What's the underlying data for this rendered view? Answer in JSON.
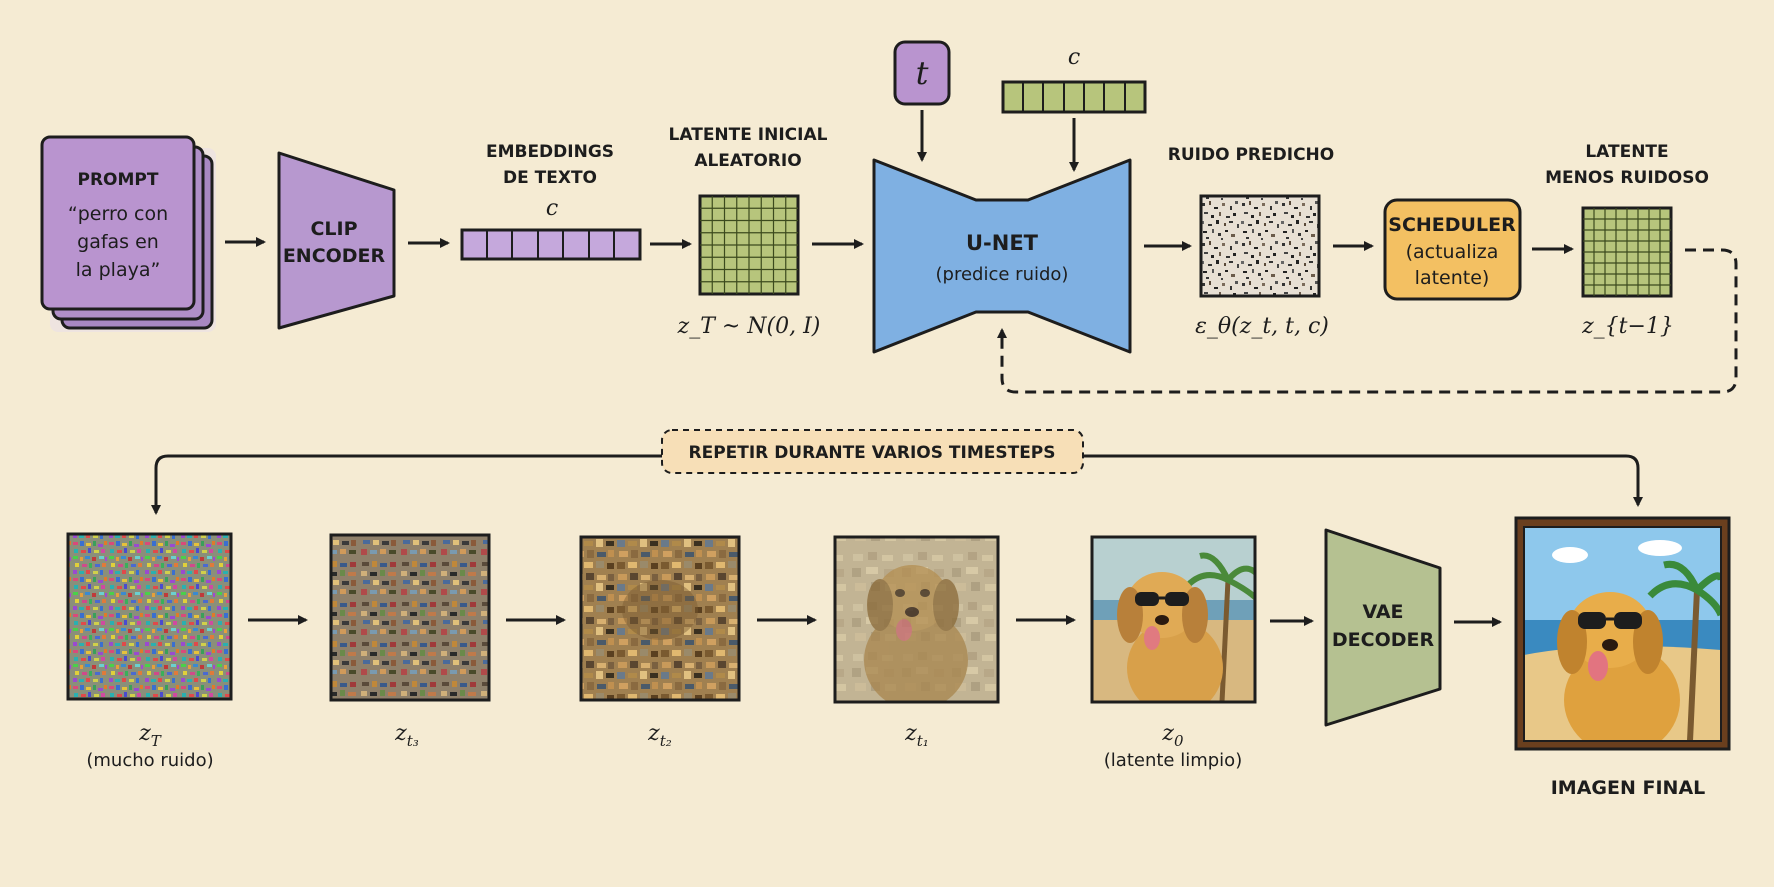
{
  "prompt": {
    "title": "PROMPT",
    "line1": "“perro con",
    "line2": "gafas en",
    "line3": "la playa”"
  },
  "clip_encoder": {
    "line1": "CLIP",
    "line2": "ENCODER"
  },
  "text_embeddings": {
    "line1": "EMBEDDINGS",
    "line2": "DE TEXTO",
    "symbol": "c"
  },
  "initial_latent": {
    "line1": "LATENTE INICIAL",
    "line2": "ALEATORIO",
    "formula": "z_T ~ N(0, I)"
  },
  "timestep_input": {
    "symbol": "t"
  },
  "condition_input": {
    "symbol": "c"
  },
  "unet": {
    "title": "U-NET",
    "subtitle": "(predice ruido)"
  },
  "predicted_noise": {
    "label": "RUIDO PREDICHO",
    "formula": "ε_θ(z_t, t, c)"
  },
  "scheduler": {
    "line1": "SCHEDULER",
    "line2": "(actualiza",
    "line3": "latente)"
  },
  "less_noisy_latent": {
    "line1": "LATENTE",
    "line2": "MENOS RUIDOSO",
    "formula": "z_{t−1}"
  },
  "repeat_banner": "REPETIR DURANTE VARIOS TIMESTEPS",
  "stages": [
    {
      "symbol": "z",
      "subscript": "T",
      "caption": "(mucho ruido)"
    },
    {
      "symbol": "z",
      "subscript": "t₃",
      "caption": ""
    },
    {
      "symbol": "z",
      "subscript": "t₂",
      "caption": ""
    },
    {
      "symbol": "z",
      "subscript": "t₁",
      "caption": ""
    },
    {
      "symbol": "z",
      "subscript": "0",
      "caption": "(latente limpio)"
    }
  ],
  "vae_decoder": {
    "line1": "VAE",
    "line2": "DECODER"
  },
  "final_image": {
    "label": "IMAGEN FINAL"
  },
  "colors": {
    "background": "#f5ebd3",
    "prompt_purple": "#b994cf",
    "clip_purple": "#b798cf",
    "embedding_purple": "#c5a8dc",
    "latent_green": "#b7c57c",
    "unet_blue": "#7fb0e2",
    "scheduler_orange": "#f3c062",
    "vae_green": "#b5c191",
    "banner_fill": "#f7dfb7",
    "outline": "#1d1d1d"
  }
}
